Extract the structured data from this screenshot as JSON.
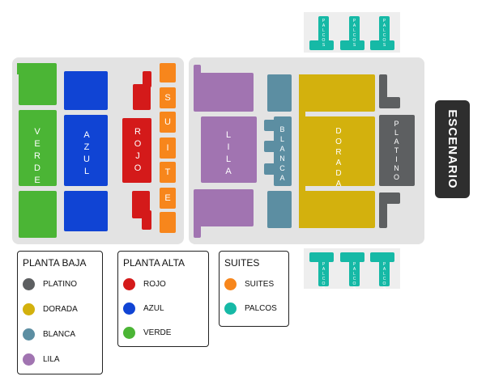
{
  "colors": {
    "verde": "#4bb535",
    "azul": "#1044d4",
    "rojo": "#d41a1a",
    "suites": "#f7861c",
    "lila": "#a174b1",
    "blanca": "#5c8ea2",
    "dorada": "#d3b10d",
    "platino": "#5d5f61",
    "palcos": "#16b9a6",
    "escenario": "#2e2e2e",
    "zone": "#e3e3e3"
  },
  "sections": {
    "verde": "VERDE",
    "azul": "AZUL",
    "rojo": "ROJO",
    "suites": "SUITE",
    "lila": "LILA",
    "blanca": "BLANCA",
    "dorada": "DORADA",
    "platino": "PLATINO"
  },
  "palcos_label": "PALCOS",
  "stage": {
    "label": "ESCENARIO"
  },
  "legends": {
    "planta_baja": {
      "title": "PLANTA BAJA",
      "items": [
        {
          "label": "PLATINO",
          "color": "#5d5f61"
        },
        {
          "label": "DORADA",
          "color": "#d3b10d"
        },
        {
          "label": "BLANCA",
          "color": "#5c8ea2"
        },
        {
          "label": "LILA",
          "color": "#a174b1"
        }
      ]
    },
    "planta_alta": {
      "title": "PLANTA ALTA",
      "items": [
        {
          "label": "ROJO",
          "color": "#d41a1a"
        },
        {
          "label": "AZUL",
          "color": "#1044d4"
        },
        {
          "label": "VERDE",
          "color": "#4bb535"
        }
      ]
    },
    "suites": {
      "title": "SUITES",
      "items": [
        {
          "label": "SUITES",
          "color": "#f7861c"
        },
        {
          "label": "PALCOS",
          "color": "#16b9a6"
        }
      ]
    }
  }
}
